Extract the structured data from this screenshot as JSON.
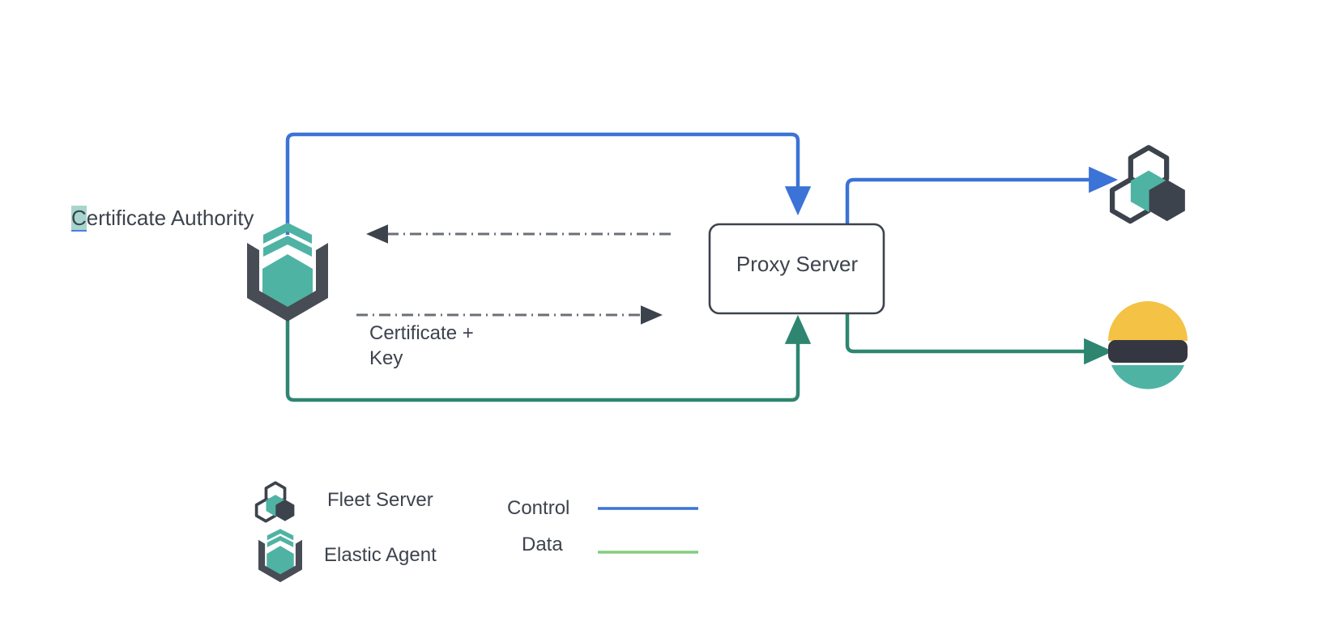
{
  "diagram": {
    "title_visible": false,
    "colors": {
      "control_blue": "#3b73d6",
      "data_green": "#2e8570",
      "legend_data_green": "#85cc7d",
      "dark_gray": "#3d434d",
      "teal": "#4fb3a4",
      "elastic_yellow": "#f4c244",
      "elastic_teal": "#4fb3a4",
      "elastic_dark": "#343741",
      "highlight_bg": "#a7d5cd",
      "highlight_underline": "#4a7ee0",
      "dashed_gray": "#6b7078"
    },
    "nodes": {
      "certificate_authority": {
        "label": "Certificate Authority",
        "highlight_char": "C",
        "rest": "ertificate Authority",
        "icon": "elastic-agent-icon"
      },
      "proxy_server": {
        "label": "Proxy Server"
      },
      "fleet_server": {
        "icon": "fleet-server-icon"
      },
      "elasticsearch": {
        "icon": "elasticsearch-icon"
      }
    },
    "edges": [
      {
        "name": "agent-to-proxy-control",
        "type": "control",
        "style": "solid",
        "color": "#3b73d6"
      },
      {
        "name": "proxy-to-fleet-control",
        "type": "control",
        "style": "solid",
        "color": "#3b73d6"
      },
      {
        "name": "agent-to-proxy-data",
        "type": "data",
        "style": "solid",
        "color": "#2e8570"
      },
      {
        "name": "proxy-to-elasticsearch-data",
        "type": "data",
        "style": "solid",
        "color": "#2e8570"
      },
      {
        "name": "proxy-to-ca-request",
        "type": "certificate",
        "style": "dash-dot",
        "color": "#6b7078",
        "label": ""
      },
      {
        "name": "ca-to-proxy-certificate",
        "type": "certificate",
        "style": "dash-dot",
        "color": "#6b7078",
        "label": "Certificate + Key"
      }
    ],
    "edge_label": {
      "line1": "Certificate +",
      "line2": "Key"
    }
  },
  "legend": {
    "items": [
      {
        "name": "fleet-server",
        "label": "Fleet Server",
        "icon": "fleet-server-icon"
      },
      {
        "name": "elastic-agent",
        "label": "Elastic Agent",
        "icon": "elastic-agent-icon"
      }
    ],
    "lines": [
      {
        "name": "control",
        "label": "Control",
        "color": "#3b73d6"
      },
      {
        "name": "data",
        "label": "Data",
        "color": "#85cc7d"
      }
    ]
  }
}
